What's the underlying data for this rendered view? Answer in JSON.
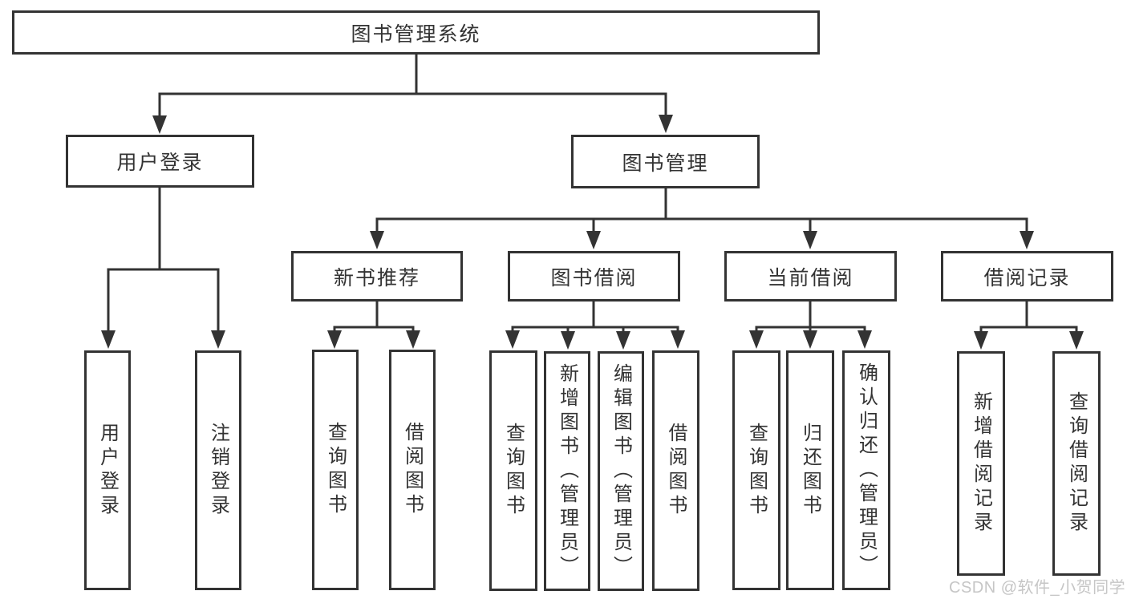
{
  "diagram": {
    "type": "hierarchy-tree",
    "orientation": "top-down",
    "colors": {
      "background": "#ffffff",
      "line": "#333333",
      "text": "#333333",
      "node_fill": "#ffffff",
      "watermark": "#c6c6c6"
    },
    "tree": {
      "root": {
        "label": "图书管理系统",
        "children": [
          {
            "label": "用户登录",
            "children": [
              {
                "label": "用户登录"
              },
              {
                "label": "注销登录"
              }
            ]
          },
          {
            "label": "图书管理",
            "children": [
              {
                "label": "新书推荐",
                "children": [
                  {
                    "label": "查询图书"
                  },
                  {
                    "label": "借阅图书"
                  }
                ]
              },
              {
                "label": "图书借阅",
                "children": [
                  {
                    "label": "查询图书"
                  },
                  {
                    "label": "新增图书（管理员）"
                  },
                  {
                    "label": "编辑图书（管理员）"
                  },
                  {
                    "label": "借阅图书"
                  }
                ]
              },
              {
                "label": "当前借阅",
                "children": [
                  {
                    "label": "查询图书"
                  },
                  {
                    "label": "归还图书"
                  },
                  {
                    "label": "确认归还（管理员）"
                  }
                ]
              },
              {
                "label": "借阅记录",
                "children": [
                  {
                    "label": "新增借阅记录"
                  },
                  {
                    "label": "查询借阅记录"
                  }
                ]
              }
            ]
          }
        ]
      }
    },
    "watermark": {
      "text": "CSDN @软件_小贺同学"
    }
  }
}
